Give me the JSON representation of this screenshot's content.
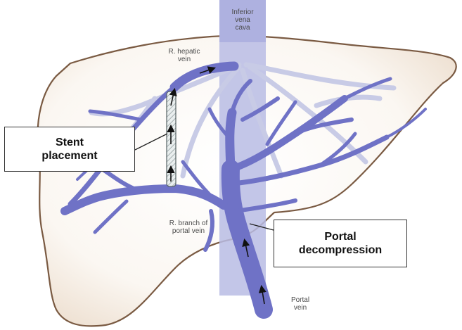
{
  "labels": {
    "ivc": "Inferior\nvena\ncava",
    "hepatic_vein": "R. hepatic\nvein",
    "portal_branch": "R. branch of\nportal vein",
    "portal_vein": "Portal\nvein"
  },
  "callouts": {
    "stent": "Stent\nplacement",
    "decompression": "Portal\ndecompression"
  },
  "colors": {
    "liver_fill": "#fbf5ef",
    "liver_edge": "#7a5a42",
    "vessel": "#6f72c6",
    "vessel_faint": "#c8cbe6",
    "ivc": "#b9bce4",
    "stent": "#9aa6a8"
  }
}
